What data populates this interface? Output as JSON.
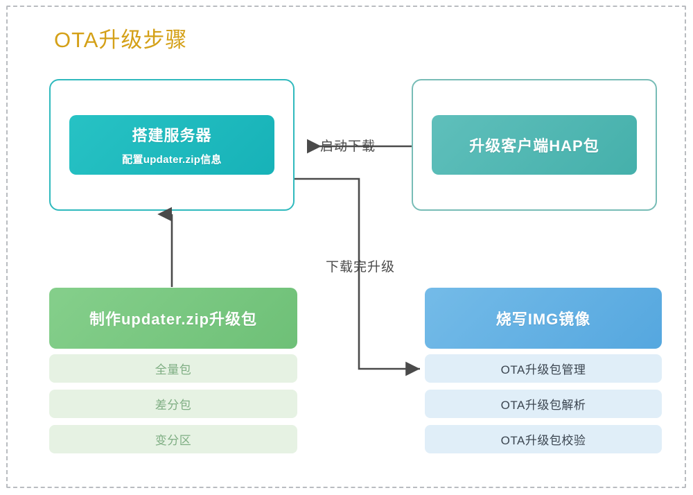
{
  "diagram": {
    "title": "OTA升级步骤",
    "title_color": "#d4a017",
    "frame_style": "dashed",
    "nodes": {
      "server": {
        "heading": "搭建服务器",
        "subtitle": "配置updater.zip信息",
        "color": "#1fb8bd",
        "card_border": "#2fb9bd"
      },
      "hap_client": {
        "heading": "升级客户端HAP包",
        "color": "#52b6b1",
        "card_border": "#77bcb6"
      },
      "make_package": {
        "heading": "制作updater.zip升级包",
        "color": "#78c681"
      },
      "burn_img": {
        "heading": "烧写IMG镜像",
        "color": "#66b1e3"
      }
    },
    "package_items": [
      {
        "label": "全量包"
      },
      {
        "label": "差分包"
      },
      {
        "label": "变分区"
      }
    ],
    "ota_items": [
      {
        "label": "OTA升级包管理"
      },
      {
        "label": "OTA升级包解析"
      },
      {
        "label": "OTA升级包校验"
      }
    ],
    "edges": [
      {
        "label": "启动下载",
        "direction": "left"
      },
      {
        "label": "下载完升级",
        "direction": "down-right"
      }
    ]
  }
}
